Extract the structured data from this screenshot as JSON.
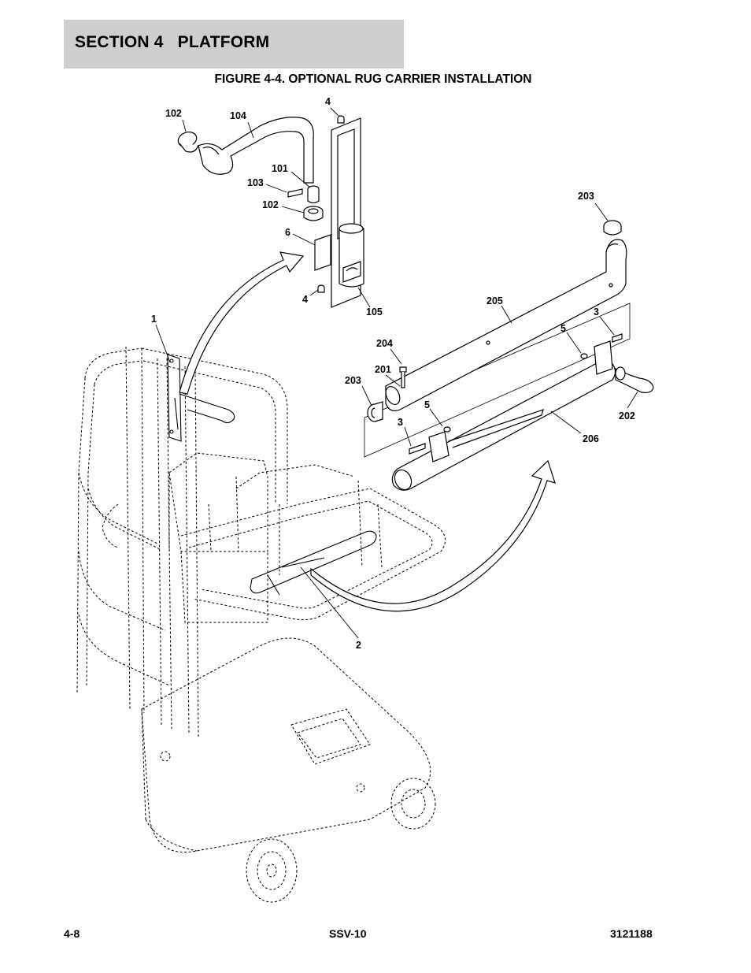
{
  "header": {
    "section_number": "SECTION 4",
    "section_name": "PLATFORM"
  },
  "figure": {
    "title": "FIGURE 4-4. OPTIONAL RUG CARRIER INSTALLATION",
    "callouts": [
      {
        "id": "c-102a",
        "text": "102"
      },
      {
        "id": "c-104",
        "text": "104"
      },
      {
        "id": "c-4a",
        "text": "4"
      },
      {
        "id": "c-101",
        "text": "101"
      },
      {
        "id": "c-103",
        "text": "103"
      },
      {
        "id": "c-102b",
        "text": "102"
      },
      {
        "id": "c-6",
        "text": "6"
      },
      {
        "id": "c-4b",
        "text": "4"
      },
      {
        "id": "c-105",
        "text": "105"
      },
      {
        "id": "c-1",
        "text": "1"
      },
      {
        "id": "c-203a",
        "text": "203"
      },
      {
        "id": "c-205",
        "text": "205"
      },
      {
        "id": "c-3a",
        "text": "3"
      },
      {
        "id": "c-5a",
        "text": "5"
      },
      {
        "id": "c-204",
        "text": "204"
      },
      {
        "id": "c-201",
        "text": "201"
      },
      {
        "id": "c-203b",
        "text": "203"
      },
      {
        "id": "c-5b",
        "text": "5"
      },
      {
        "id": "c-3b",
        "text": "3"
      },
      {
        "id": "c-202",
        "text": "202"
      },
      {
        "id": "c-206",
        "text": "206"
      },
      {
        "id": "c-2",
        "text": "2"
      }
    ]
  },
  "footer": {
    "page_number": "4-8",
    "model": "SSV-10",
    "document_number": "3121188"
  }
}
